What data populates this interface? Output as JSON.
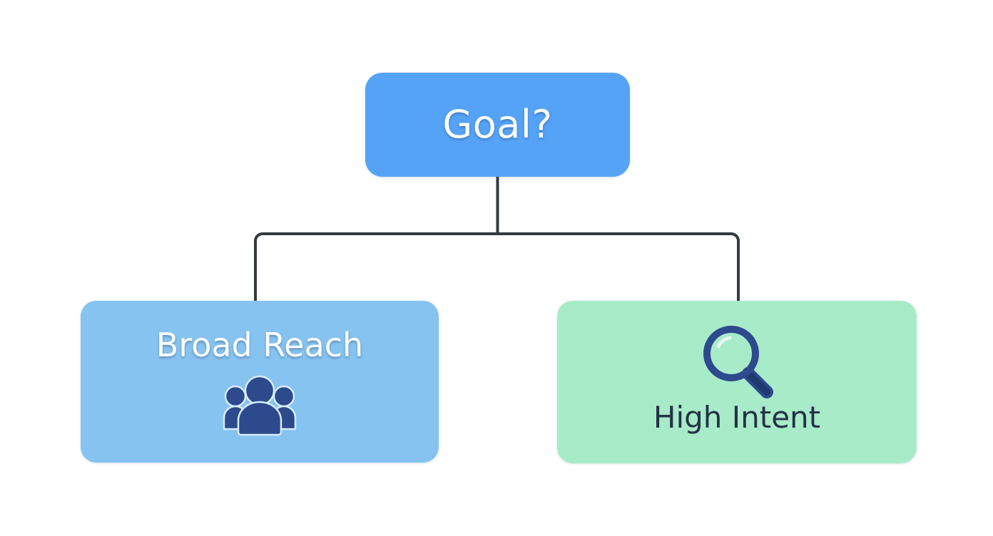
{
  "diagram": {
    "type": "decision-tree",
    "background": "#ffffff",
    "connector_color": "#333a40",
    "root": {
      "id": "goal",
      "label": "Goal?",
      "fill": "#55a3f7",
      "text_color": "#ffffff",
      "icon": null
    },
    "branches": [
      {
        "id": "broad-reach",
        "label": "Broad Reach",
        "fill": "#86c3f0",
        "text_color": "#ffffff",
        "icon": "people-group-icon",
        "icon_color": "#2c4a8c",
        "icon_position": "below-label"
      },
      {
        "id": "high-intent",
        "label": "High Intent",
        "fill": "#a8ebc9",
        "text_color": "#253246",
        "icon": "magnifying-glass-icon",
        "icon_color": "#2c4a8c",
        "icon_position": "above-label"
      }
    ]
  }
}
